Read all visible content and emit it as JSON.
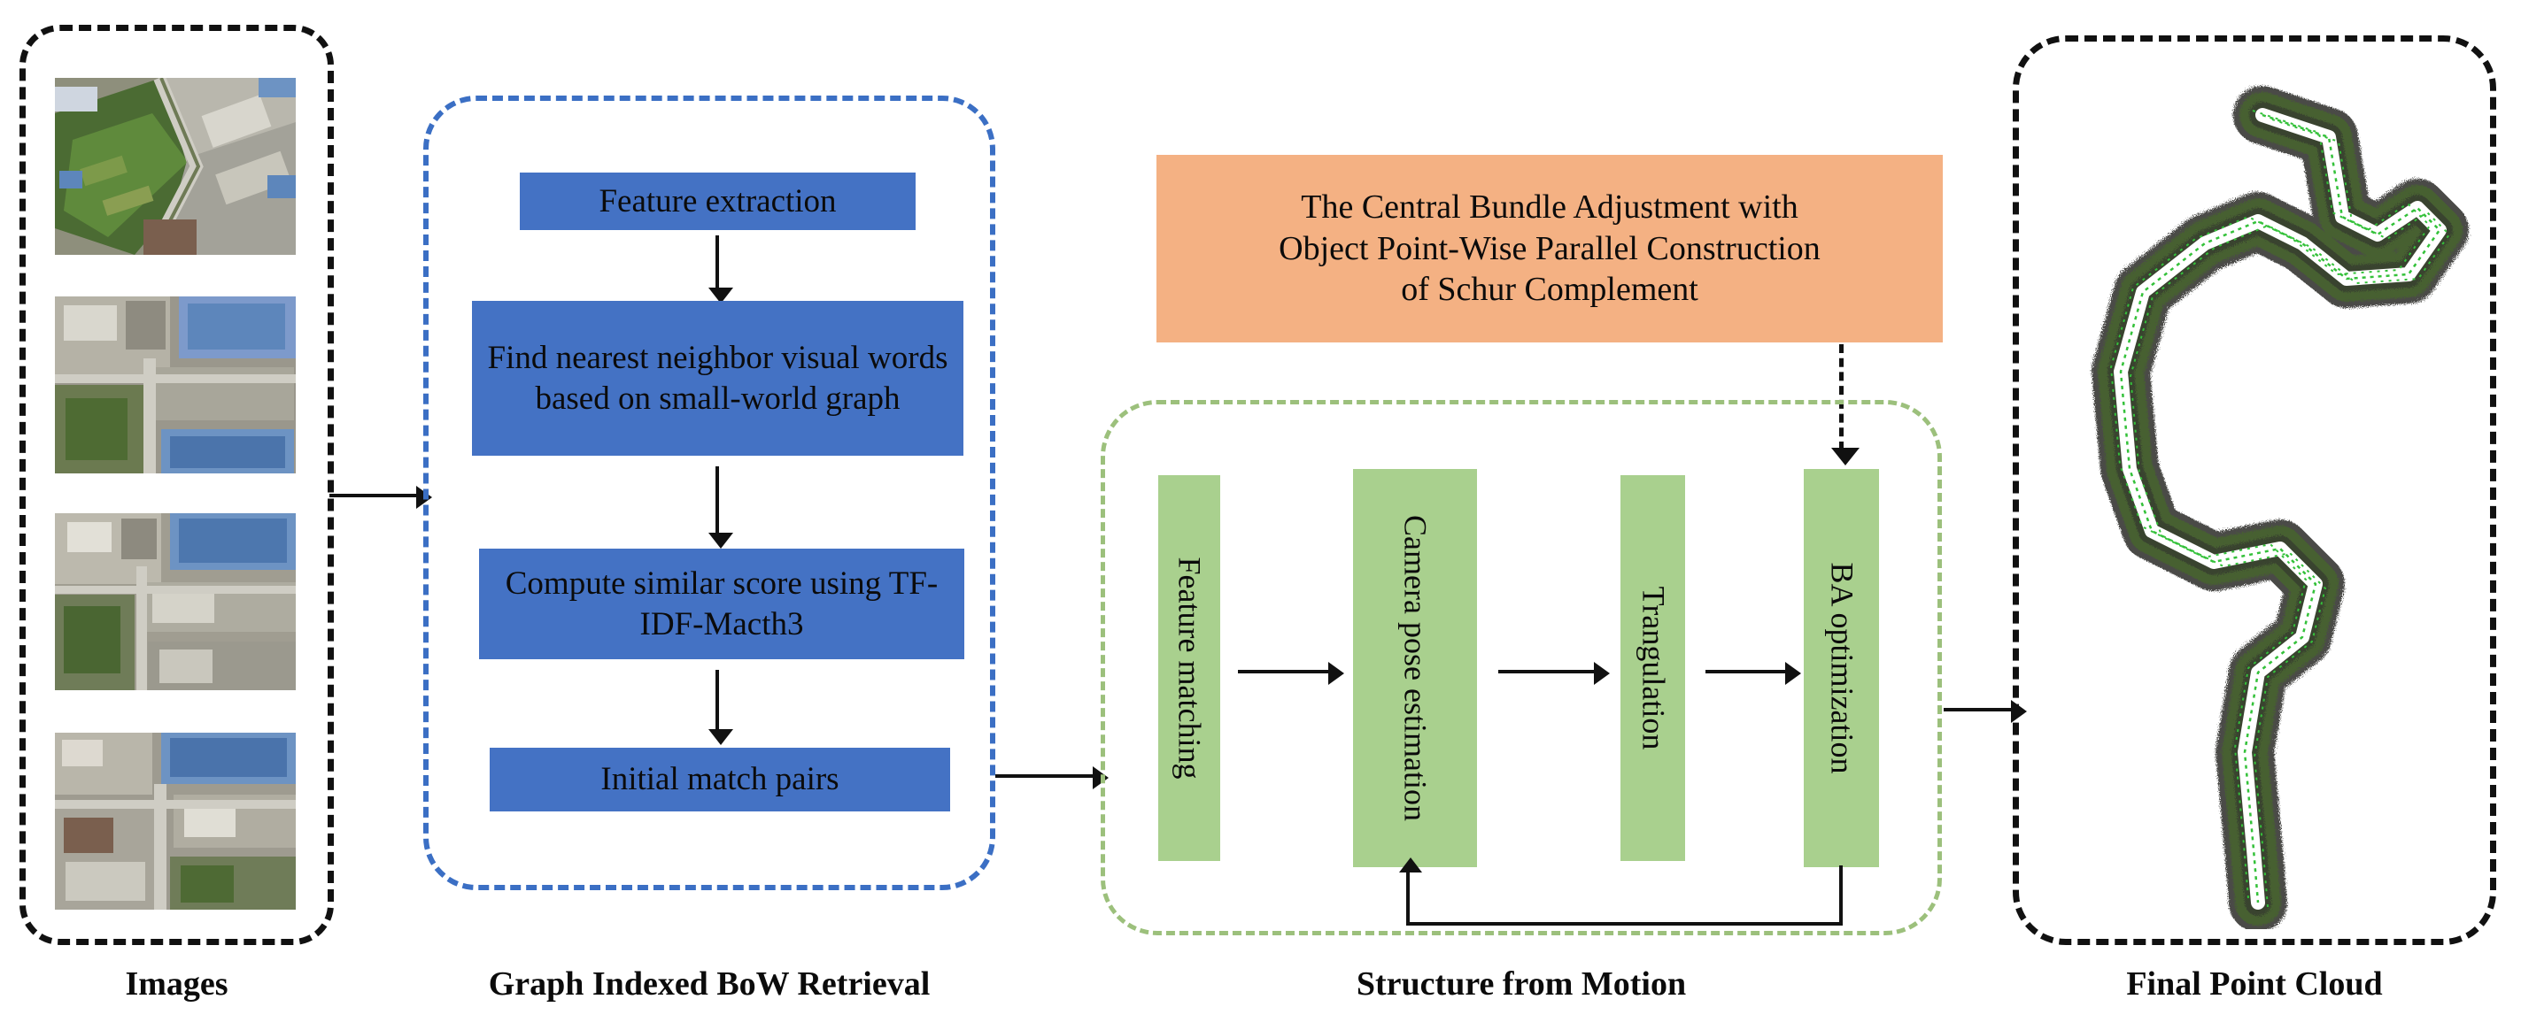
{
  "diagram": {
    "title": "Structure from Motion pipeline with Graph Indexed BoW Retrieval",
    "colors": {
      "blue_box": "#4472c4",
      "green_box": "#a9d08e",
      "orange_box": "#f4b183",
      "blue_dashed_border": "#3b6fc4",
      "green_dashed_border": "#9cc07c",
      "black_dashed_border": "#111111",
      "arrow": "#111111"
    }
  },
  "images_panel": {
    "caption": "Images",
    "thumbnails": [
      {
        "alt": "aerial view of city block with green fields and rooftops"
      },
      {
        "alt": "aerial view of dense buildings with blue roofs"
      },
      {
        "alt": "aerial view of urban rooftops with blue warehouse"
      },
      {
        "alt": "aerial view of industrial blocks with blue roofs"
      }
    ]
  },
  "bow_panel": {
    "caption": "Graph Indexed BoW Retrieval",
    "steps": [
      {
        "label": "Feature extraction"
      },
      {
        "label": "Find nearest neighbor visual words based on small-world graph"
      },
      {
        "label": "Compute similar  score using TF-IDF-Macth3"
      },
      {
        "label": "Initial match pairs"
      }
    ]
  },
  "cba_box": {
    "lines": [
      "The Central Bundle Adjustment with",
      "Object Point-Wise Parallel Construction",
      "of Schur Complement"
    ]
  },
  "sfm_panel": {
    "caption": "Structure from  Motion",
    "steps": [
      {
        "label": "Feature matching"
      },
      {
        "label": "Camera pose estimation"
      },
      {
        "label": "Trangulation"
      },
      {
        "label": "BA optimization"
      }
    ]
  },
  "cloud_panel": {
    "caption": "Final Point Cloud",
    "alt": "winding S-shaped road corridor point cloud in green and dark grey"
  }
}
